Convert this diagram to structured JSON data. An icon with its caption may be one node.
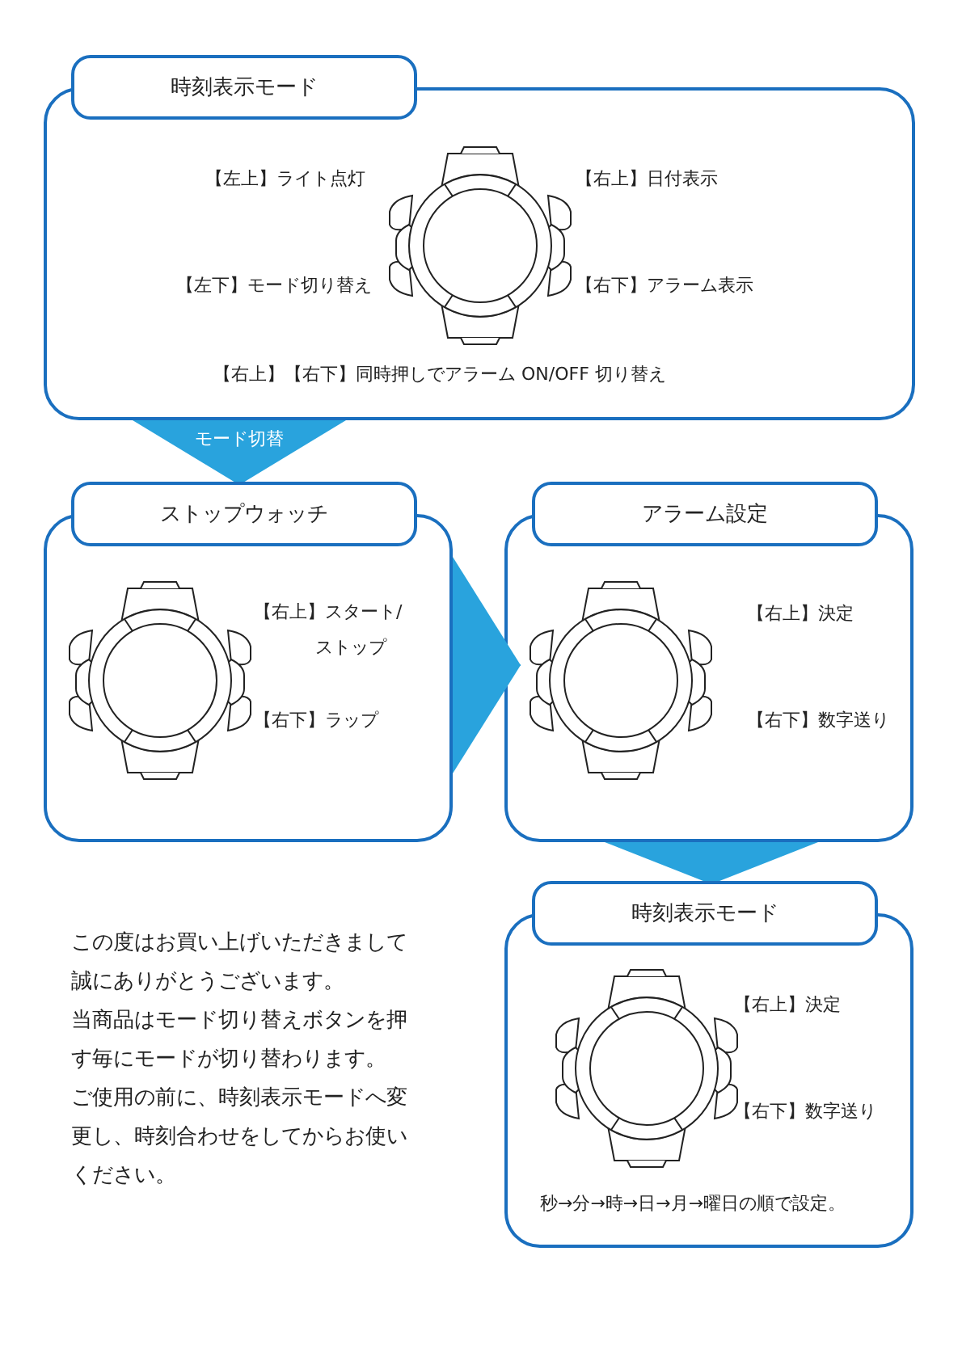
{
  "diagram": {
    "nodes": [
      {
        "text": [
          "時刻表示モード",
          "【左上】ライト点灯",
          "【右上】日付表示",
          "【左下】モード切り替え",
          "【右下】アラーム表示",
          "【右上】【右下】同時押しでアラーム ON/OFF 切り替え"
        ]
      },
      {
        "text": [
          "ストップウォッチ",
          "【右上】スタート/ストップ",
          "【右下】ラップ"
        ]
      },
      {
        "text": [
          "アラーム設定",
          "【右上】決定",
          "【右下】数字送り"
        ]
      },
      {
        "text": [
          "時刻表示モード",
          "【右上】決定",
          "【右下】数字送り",
          "秒→分→時→日→月→曜日の順で設定。"
        ]
      }
    ],
    "edges": [
      {
        "from": 0,
        "to": 1,
        "arrow": "to",
        "label": "モード切替"
      },
      {
        "from": 1,
        "to": 2,
        "arrow": "to"
      },
      {
        "from": 2,
        "to": 3,
        "arrow": "to"
      }
    ],
    "labels": [
      "この度はお買い上げいただきまして誠にありがとうございます。",
      "当商品はモード切り替えボタンを押す毎にモードが切り替わります。",
      "ご使用の前に、時刻表示モードへ変更し、時刻合わせをしてからお使いください。"
    ]
  }
}
